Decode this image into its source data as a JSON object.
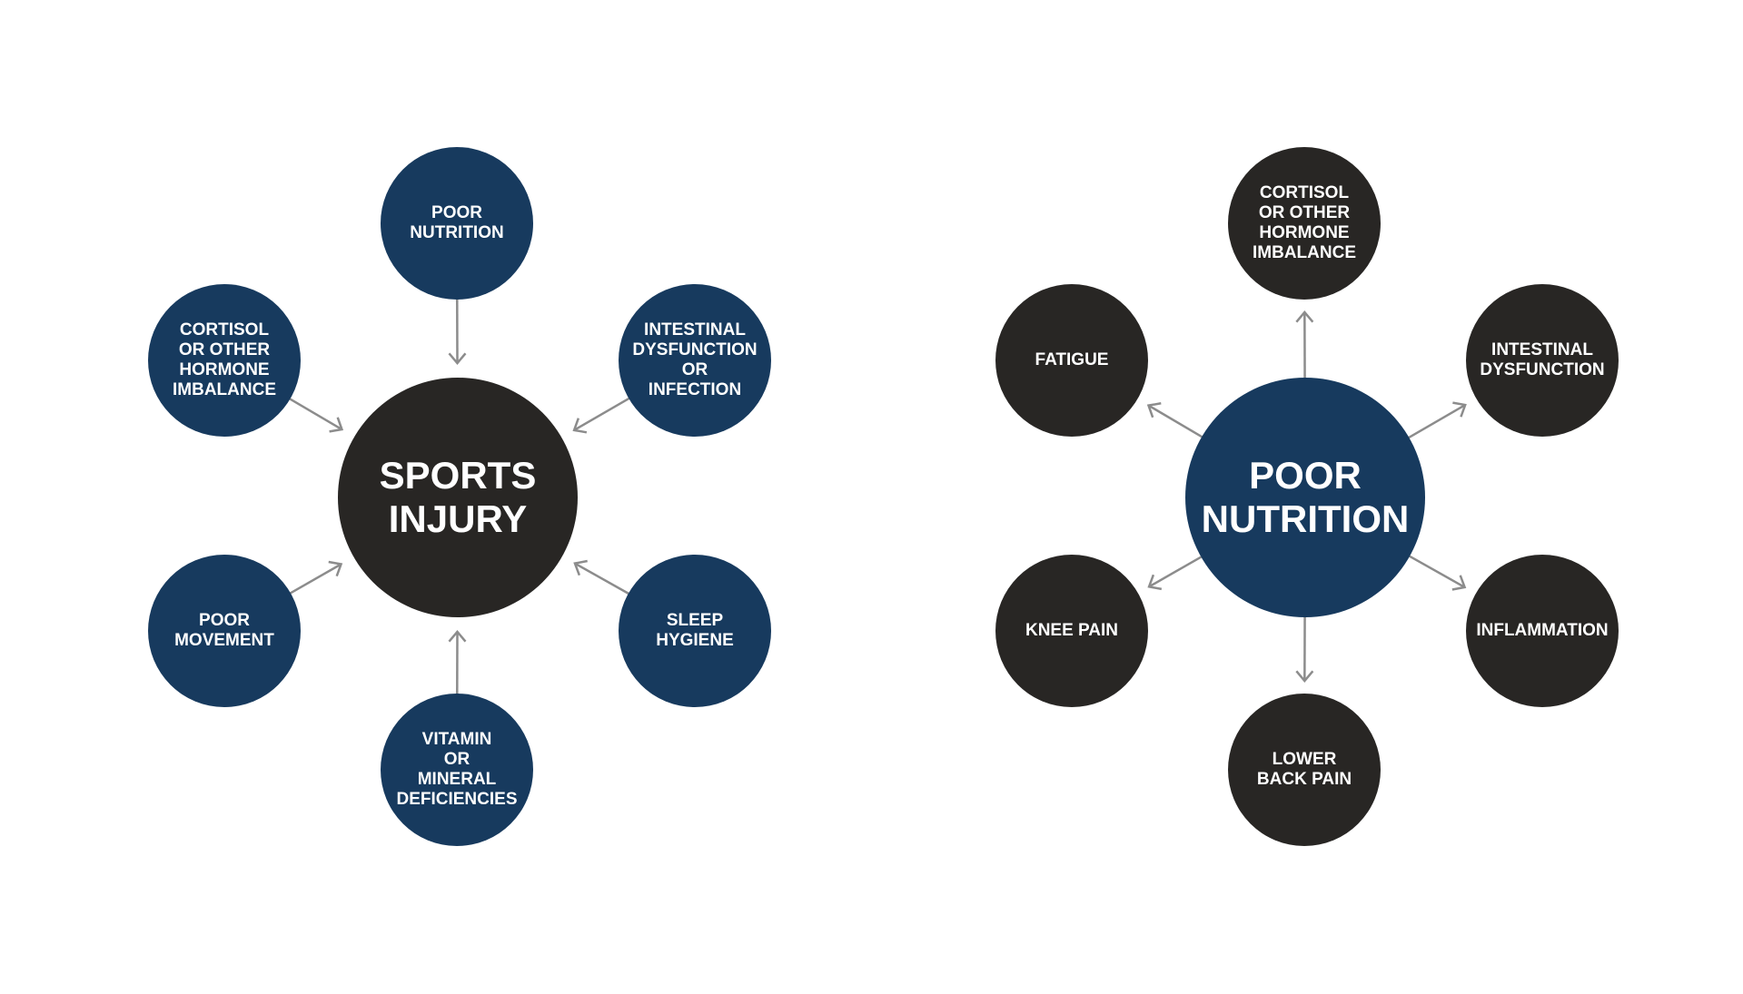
{
  "colors": {
    "navy": "#173a5e",
    "dark": "#282624",
    "arrow": "#8c8c8c"
  },
  "diagrams": [
    {
      "direction": "inward",
      "hub": {
        "lines": [
          "SPORTS",
          "INJURY"
        ],
        "color": "dark"
      },
      "satellites": [
        {
          "lines": [
            "POOR",
            "NUTRITION"
          ],
          "color": "navy"
        },
        {
          "lines": [
            "INTESTINAL",
            "DYSFUNCTION",
            "OR",
            "INFECTION"
          ],
          "color": "navy"
        },
        {
          "lines": [
            "SLEEP",
            "HYGIENE"
          ],
          "color": "navy"
        },
        {
          "lines": [
            "VITAMIN",
            "OR",
            "MINERAL",
            "DEFICIENCIES"
          ],
          "color": "navy"
        },
        {
          "lines": [
            "POOR",
            "MOVEMENT"
          ],
          "color": "navy"
        },
        {
          "lines": [
            "CORTISOL",
            "OR OTHER",
            "HORMONE",
            "IMBALANCE"
          ],
          "color": "navy"
        }
      ]
    },
    {
      "direction": "outward",
      "hub": {
        "lines": [
          "POOR",
          "NUTRITION"
        ],
        "color": "navy"
      },
      "satellites": [
        {
          "lines": [
            "CORTISOL",
            "OR OTHER",
            "HORMONE",
            "IMBALANCE"
          ],
          "color": "dark"
        },
        {
          "lines": [
            "INTESTINAL",
            "DYSFUNCTION"
          ],
          "color": "dark"
        },
        {
          "lines": [
            "INFLAMMATION"
          ],
          "color": "dark"
        },
        {
          "lines": [
            "LOWER",
            "BACK PAIN"
          ],
          "color": "dark"
        },
        {
          "lines": [
            "KNEE PAIN"
          ],
          "color": "dark"
        },
        {
          "lines": [
            "FATIGUE"
          ],
          "color": "dark"
        }
      ]
    }
  ]
}
